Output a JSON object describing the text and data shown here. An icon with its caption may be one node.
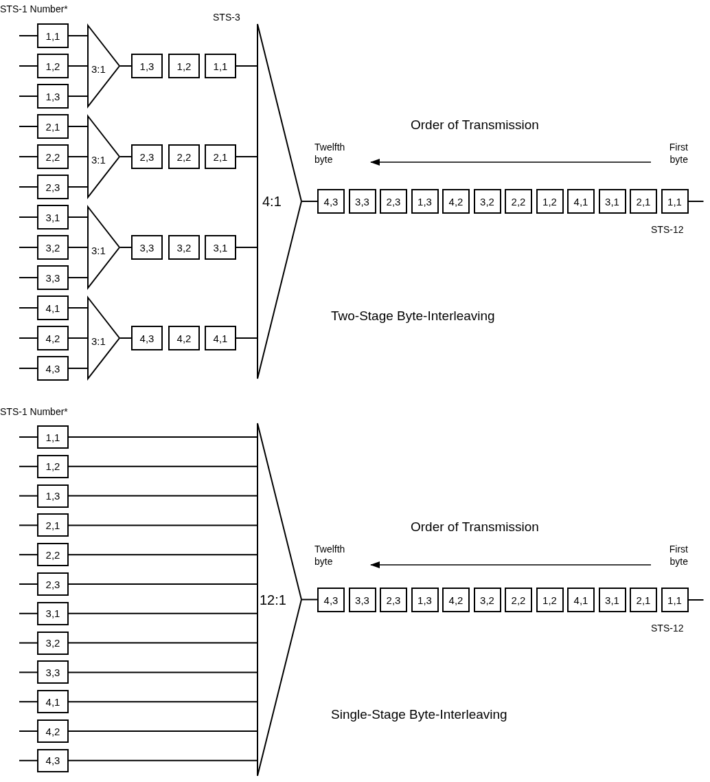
{
  "diagram": {
    "nodes": [
      {
        "text": [
          "1,1"
        ]
      },
      {
        "text": [
          "1,2"
        ]
      },
      {
        "text": [
          "1,3"
        ]
      },
      {
        "text": [
          "3:1"
        ]
      },
      {
        "text": [
          "1,3"
        ]
      },
      {
        "text": [
          "1,2"
        ]
      },
      {
        "text": [
          "1,1"
        ]
      },
      {
        "text": [
          "2,1"
        ]
      },
      {
        "text": [
          "2,2"
        ]
      },
      {
        "text": [
          "2,3"
        ]
      },
      {
        "text": [
          "3:1"
        ]
      },
      {
        "text": [
          "2,3"
        ]
      },
      {
        "text": [
          "2,2"
        ]
      },
      {
        "text": [
          "2,1"
        ]
      },
      {
        "text": [
          "3,1"
        ]
      },
      {
        "text": [
          "3,2"
        ]
      },
      {
        "text": [
          "3,3"
        ]
      },
      {
        "text": [
          "3:1"
        ]
      },
      {
        "text": [
          "3,3"
        ]
      },
      {
        "text": [
          "3,2"
        ]
      },
      {
        "text": [
          "3,1"
        ]
      },
      {
        "text": [
          "4,1"
        ]
      },
      {
        "text": [
          "4,2"
        ]
      },
      {
        "text": [
          "4,3"
        ]
      },
      {
        "text": [
          "3:1"
        ]
      },
      {
        "text": [
          "4,3"
        ]
      },
      {
        "text": [
          "4,2"
        ]
      },
      {
        "text": [
          "4,1"
        ]
      },
      {
        "text": [
          "4:1"
        ]
      },
      {
        "text": [
          "4,3"
        ]
      },
      {
        "text": [
          "3,3"
        ]
      },
      {
        "text": [
          "2,3"
        ]
      },
      {
        "text": [
          "1,3"
        ]
      },
      {
        "text": [
          "4,2"
        ]
      },
      {
        "text": [
          "3,2"
        ]
      },
      {
        "text": [
          "2,2"
        ]
      },
      {
        "text": [
          "1,2"
        ]
      },
      {
        "text": [
          "4,1"
        ]
      },
      {
        "text": [
          "3,1"
        ]
      },
      {
        "text": [
          "2,1"
        ]
      },
      {
        "text": [
          "1,1"
        ]
      },
      {
        "text": [
          "1,1"
        ]
      },
      {
        "text": [
          "1,2"
        ]
      },
      {
        "text": [
          "1,3"
        ]
      },
      {
        "text": [
          "2,1"
        ]
      },
      {
        "text": [
          "2,2"
        ]
      },
      {
        "text": [
          "2,3"
        ]
      },
      {
        "text": [
          "3,1"
        ]
      },
      {
        "text": [
          "3,2"
        ]
      },
      {
        "text": [
          "3,3"
        ]
      },
      {
        "text": [
          "4,1"
        ]
      },
      {
        "text": [
          "4,2"
        ]
      },
      {
        "text": [
          "4,3"
        ]
      },
      {
        "text": [
          "12:1"
        ]
      },
      {
        "text": [
          "4,3"
        ]
      },
      {
        "text": [
          "3,3"
        ]
      },
      {
        "text": [
          "2,3"
        ]
      },
      {
        "text": [
          "1,3"
        ]
      },
      {
        "text": [
          "4,2"
        ]
      },
      {
        "text": [
          "3,2"
        ]
      },
      {
        "text": [
          "2,2"
        ]
      },
      {
        "text": [
          "1,2"
        ]
      },
      {
        "text": [
          "4,1"
        ]
      },
      {
        "text": [
          "3,1"
        ]
      },
      {
        "text": [
          "2,1"
        ]
      },
      {
        "text": [
          "1,1"
        ]
      }
    ],
    "edges": [
      {
        "from": null,
        "to": 0,
        "arrow": "none"
      },
      {
        "from": null,
        "to": 1,
        "arrow": "none"
      },
      {
        "from": null,
        "to": 2,
        "arrow": "none"
      },
      {
        "from": 0,
        "to": 3,
        "arrow": "none"
      },
      {
        "from": 1,
        "to": 3,
        "arrow": "none"
      },
      {
        "from": 2,
        "to": 3,
        "arrow": "none"
      },
      {
        "from": 3,
        "to": 4,
        "arrow": "none"
      },
      {
        "from": 6,
        "to": 28,
        "arrow": "none"
      },
      {
        "from": null,
        "to": 7,
        "arrow": "none"
      },
      {
        "from": null,
        "to": 8,
        "arrow": "none"
      },
      {
        "from": null,
        "to": 9,
        "arrow": "none"
      },
      {
        "from": 7,
        "to": 10,
        "arrow": "none"
      },
      {
        "from": 8,
        "to": 10,
        "arrow": "none"
      },
      {
        "from": 9,
        "to": 10,
        "arrow": "none"
      },
      {
        "from": 10,
        "to": 11,
        "arrow": "none"
      },
      {
        "from": 13,
        "to": 28,
        "arrow": "none"
      },
      {
        "from": null,
        "to": 14,
        "arrow": "none"
      },
      {
        "from": null,
        "to": 15,
        "arrow": "none"
      },
      {
        "from": null,
        "to": 16,
        "arrow": "none"
      },
      {
        "from": 14,
        "to": 17,
        "arrow": "none"
      },
      {
        "from": 15,
        "to": 17,
        "arrow": "none"
      },
      {
        "from": 16,
        "to": 17,
        "arrow": "none"
      },
      {
        "from": 17,
        "to": 18,
        "arrow": "none"
      },
      {
        "from": 20,
        "to": 28,
        "arrow": "none"
      },
      {
        "from": null,
        "to": 21,
        "arrow": "none"
      },
      {
        "from": null,
        "to": 22,
        "arrow": "none"
      },
      {
        "from": null,
        "to": 23,
        "arrow": "none"
      },
      {
        "from": 21,
        "to": 24,
        "arrow": "none"
      },
      {
        "from": 22,
        "to": 24,
        "arrow": "none"
      },
      {
        "from": 23,
        "to": 24,
        "arrow": "none"
      },
      {
        "from": 24,
        "to": 25,
        "arrow": "none"
      },
      {
        "from": 27,
        "to": 28,
        "arrow": "none"
      },
      {
        "from": 28,
        "to": 29,
        "arrow": "none"
      },
      {
        "from": 40,
        "to": null,
        "arrow": "none"
      },
      {
        "from": null,
        "to": 41,
        "arrow": "none"
      },
      {
        "from": null,
        "to": 42,
        "arrow": "none"
      },
      {
        "from": null,
        "to": 43,
        "arrow": "none"
      },
      {
        "from": null,
        "to": 44,
        "arrow": "none"
      },
      {
        "from": null,
        "to": 45,
        "arrow": "none"
      },
      {
        "from": null,
        "to": 46,
        "arrow": "none"
      },
      {
        "from": null,
        "to": 47,
        "arrow": "none"
      },
      {
        "from": null,
        "to": 48,
        "arrow": "none"
      },
      {
        "from": null,
        "to": 49,
        "arrow": "none"
      },
      {
        "from": null,
        "to": 50,
        "arrow": "none"
      },
      {
        "from": null,
        "to": 51,
        "arrow": "none"
      },
      {
        "from": null,
        "to": 52,
        "arrow": "none"
      },
      {
        "from": 41,
        "to": 53,
        "arrow": "none"
      },
      {
        "from": 42,
        "to": 53,
        "arrow": "none"
      },
      {
        "from": 43,
        "to": 53,
        "arrow": "none"
      },
      {
        "from": 44,
        "to": 53,
        "arrow": "none"
      },
      {
        "from": 45,
        "to": 53,
        "arrow": "none"
      },
      {
        "from": 46,
        "to": 53,
        "arrow": "none"
      },
      {
        "from": 47,
        "to": 53,
        "arrow": "none"
      },
      {
        "from": 48,
        "to": 53,
        "arrow": "none"
      },
      {
        "from": 49,
        "to": 53,
        "arrow": "none"
      },
      {
        "from": 50,
        "to": 53,
        "arrow": "none"
      },
      {
        "from": 51,
        "to": 53,
        "arrow": "none"
      },
      {
        "from": 52,
        "to": 53,
        "arrow": "none"
      },
      {
        "from": 53,
        "to": 54,
        "arrow": "none"
      },
      {
        "from": 65,
        "to": null,
        "arrow": "none"
      }
    ],
    "labels": [
      "STS-1 Number*",
      "STS-3",
      "Order of Transmission",
      "Twelfth byte",
      "First byte",
      "STS-12",
      "Two-Stage Byte-Interleaving",
      "STS-1 Number*",
      "Order of Transmission",
      "Twelfth byte",
      "First byte",
      "STS-12",
      "Single-Stage Byte-Interleaving"
    ]
  }
}
